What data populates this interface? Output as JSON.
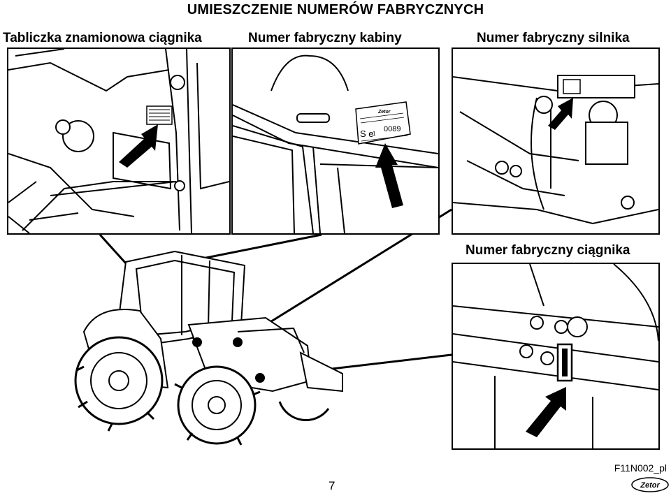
{
  "title": "UMIESZCZENIE NUMERÓW FABRYCZNYCH",
  "captions": {
    "tractor_plate": "Tabliczka znamionowa ciągnika",
    "cab_number": "Numer fabryczny kabiny",
    "engine_number": "Numer fabryczny silnika",
    "tractor_number": "Numer fabryczny ciągnika"
  },
  "label": {
    "brand": "Zetor",
    "prefix": "S e",
    "index": "1",
    "serial": "0089"
  },
  "figure_code": "F11N002_pl",
  "page_number": "7",
  "logo_text": "Zetor"
}
